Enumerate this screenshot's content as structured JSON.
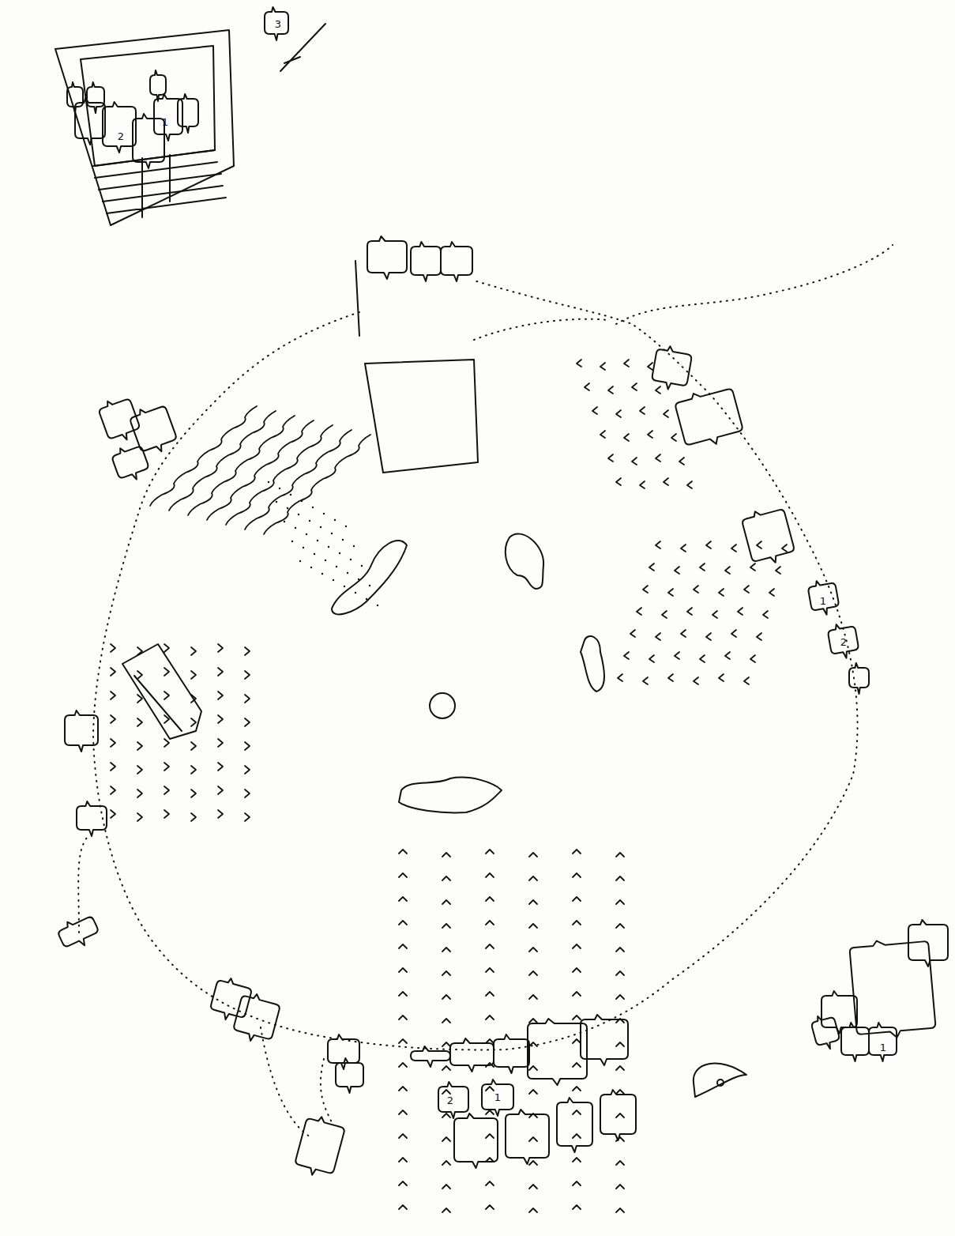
{
  "diagram": {
    "labels": [
      "3",
      "2",
      "1",
      "1",
      "2",
      "2",
      "1",
      "1"
    ]
  }
}
